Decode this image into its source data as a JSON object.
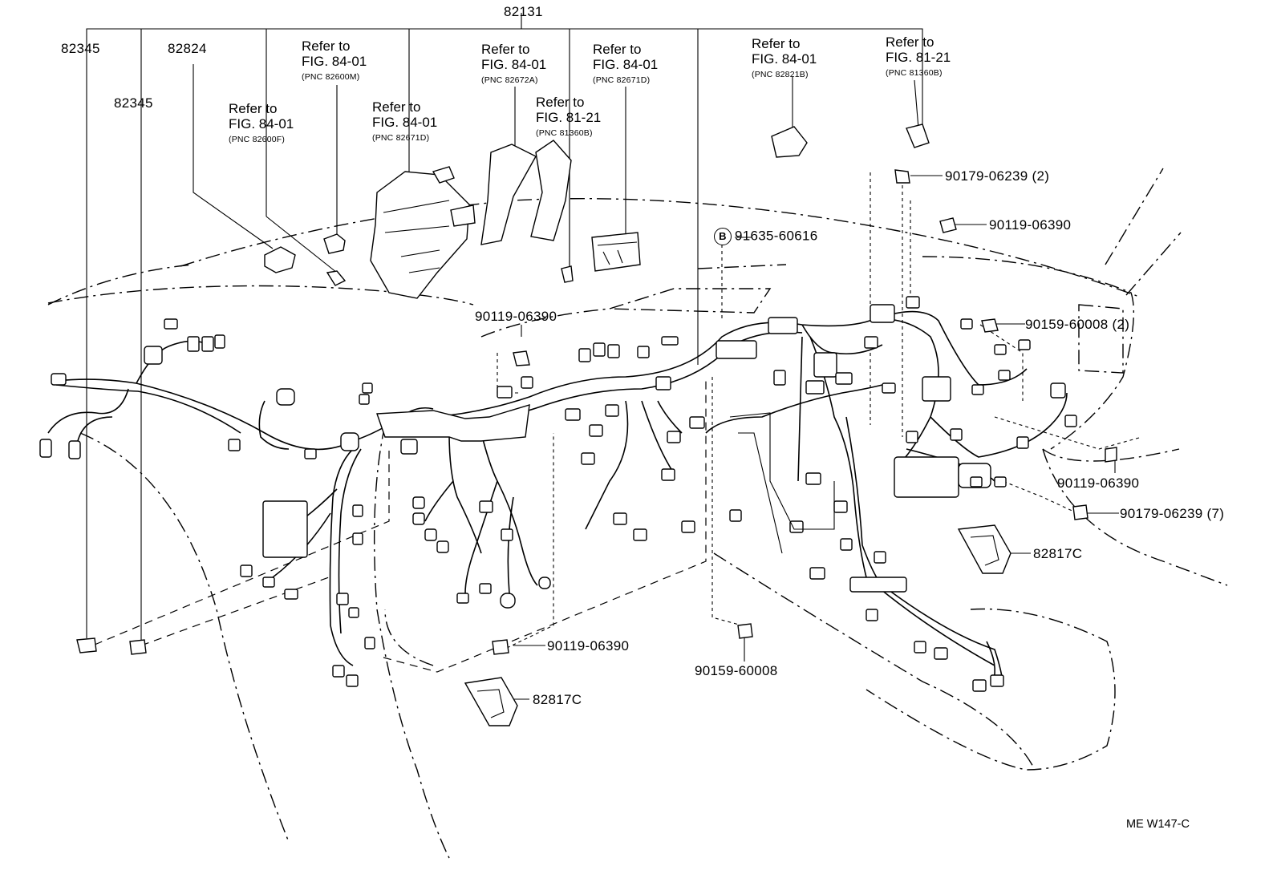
{
  "harness_label": "82131",
  "labels": {
    "p82345_a": "82345",
    "p82345_b": "82345",
    "p82824": "82824",
    "p90179_a": "90179-06239 (2)",
    "p90119_a": "90119-06390",
    "p91635": "91635-60616",
    "p90159_a": "90159-60008 (2)",
    "p90119_b": "90119-06390",
    "p90119_c": "90119-06390",
    "p90179_b": "90179-06239 (7)",
    "p82817_a": "82817C",
    "p90119_d": "90119-06390",
    "p90159_b": "90159-60008",
    "p82817_b": "82817C"
  },
  "bolt_mark": "B",
  "refs": [
    {
      "line1": "Refer to",
      "line2": "FIG. 84-01",
      "pnc": "(PNC 82600M)"
    },
    {
      "line1": "Refer to",
      "line2": "FIG. 84-01",
      "pnc": "(PNC 82600F)"
    },
    {
      "line1": "Refer to",
      "line2": "FIG. 84-01",
      "pnc": "(PNC 82671D)"
    },
    {
      "line1": "Refer to",
      "line2": "FIG. 84-01",
      "pnc": "(PNC 82672A)"
    },
    {
      "line1": "Refer to",
      "line2": "FIG. 81-21",
      "pnc": "(PNC 81360B)"
    },
    {
      "line1": "Refer to",
      "line2": "FIG. 84-01",
      "pnc": "(PNC 82671D)"
    },
    {
      "line1": "Refer to",
      "line2": "FIG. 84-01",
      "pnc": "(PNC 82821B)"
    },
    {
      "line1": "Refer to",
      "line2": "FIG. 81-21",
      "pnc": "(PNC 81360B)"
    }
  ],
  "figure_code": "ME W147-C"
}
